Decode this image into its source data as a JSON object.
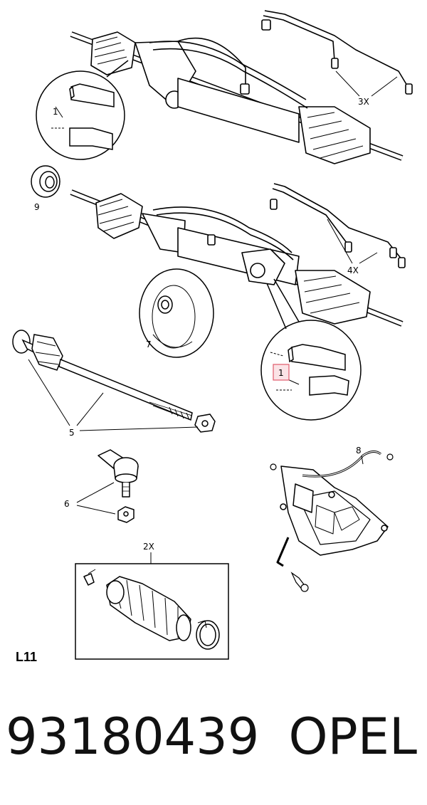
{
  "callouts": {
    "c1_top": "1",
    "c3x": "3X",
    "c9": "9",
    "c4x": "4X",
    "c7": "7",
    "c1_lower": "1",
    "c5": "5",
    "c8": "8",
    "c6": "6",
    "c2x": "2X"
  },
  "sheet_code": "L11",
  "part_number": "93180439",
  "brand": "OPEL",
  "colors": {
    "line": "#000000",
    "highlight": "#e05a6a",
    "highlight_fill": "#fbe3e6"
  }
}
